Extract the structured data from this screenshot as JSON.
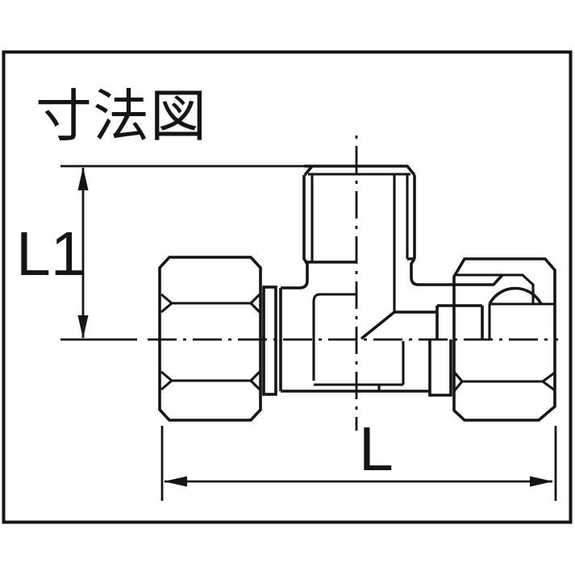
{
  "page": {
    "background": "#ffffff"
  },
  "drawing": {
    "title": "寸法図",
    "line_color": "#151515",
    "type": "technical-dimension-drawing",
    "dimensions": {
      "height_label": "L1",
      "width_label": "L"
    }
  }
}
